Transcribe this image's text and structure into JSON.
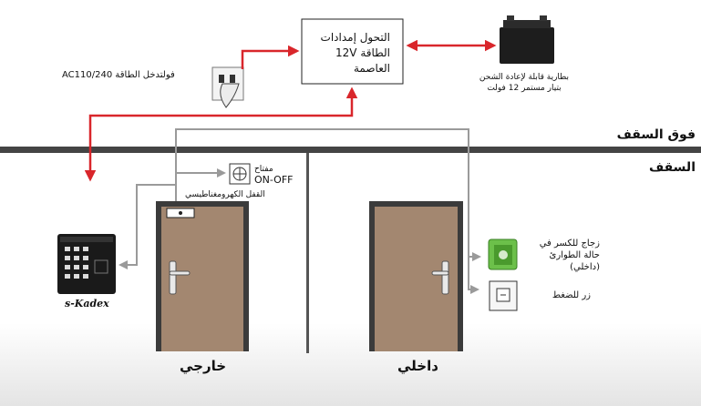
{
  "power_supply": {
    "line1": "التحول إمدادات",
    "line2": "الطاقة 12V",
    "line3": "العاصمة"
  },
  "battery": {
    "line1": "بطارية قابلة لإعادة الشحن",
    "line2": "بتيار مستمر 12 فولت"
  },
  "ac_input": {
    "label": "AC110/240 فولتدخل الطاقة"
  },
  "ceiling": {
    "above": "فوق السقف",
    "below": "السقف"
  },
  "key_switch": {
    "line1": "مفتاح",
    "line2": "ON-OFF"
  },
  "maglock": {
    "label": "القفل الكهرومغناطيسي"
  },
  "break_glass": {
    "line1": "زجاج للكسر في",
    "line2": "حالة الطوارئ",
    "line3": "(داخلي)"
  },
  "push_button": {
    "label": "زر للضغط"
  },
  "brand": {
    "label": "s-Kadex"
  },
  "doors": {
    "outside": "خارجي",
    "inside": "داخلي"
  },
  "colors": {
    "power_line": "#d9262b",
    "signal_line": "#9a9a9a",
    "door": "#a38770",
    "door_frame": "#3b3b3b",
    "ceiling": "#444444"
  }
}
